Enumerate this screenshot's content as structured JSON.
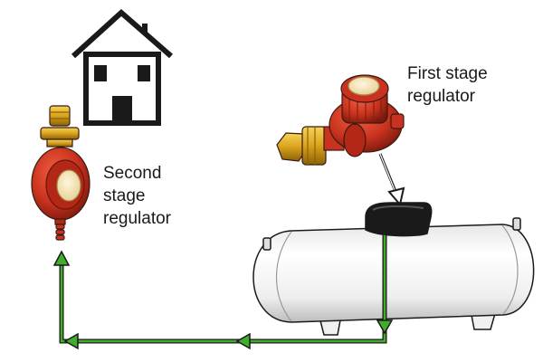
{
  "labels": {
    "first_stage": [
      "First stage",
      "regulator"
    ],
    "second_stage": [
      "Second",
      "stage",
      "regulator"
    ]
  },
  "icons": {
    "house": "house-icon",
    "first_regulator": "first-stage-regulator-icon",
    "second_regulator": "second-stage-regulator-icon",
    "tank": "propane-tank-icon"
  },
  "colors": {
    "flow_arrow": "#3fae2a",
    "regulator_red": "#c8321e",
    "brass": "#d9a21b",
    "tank_white": "#f4f4f4",
    "outline": "#1a1a1a"
  }
}
